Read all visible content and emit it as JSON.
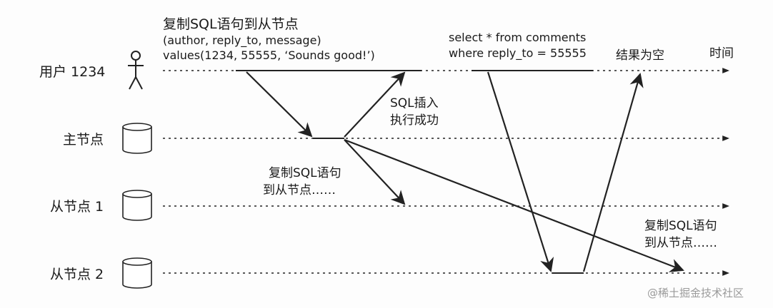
{
  "labels": {
    "user": "用户 1234",
    "leader": "主节点",
    "follower1": "从节点 1",
    "follower2": "从节点 2",
    "time": "时间"
  },
  "annotations": {
    "replicate_top_1": "复制SQL语句到从节点",
    "replicate_top_2": "(author, reply_to, message)",
    "replicate_top_3": "values(1234, 55555, ‘Sounds good!’)",
    "select_1": "select * from comments",
    "select_2": "where reply_to = 55555",
    "empty_result": "结果为空",
    "insert_ok_1": "SQL插入",
    "insert_ok_2": "执行成功",
    "replicate_mid_1": "复制SQL语句",
    "replicate_mid_2": "到从节点……",
    "replicate_right_1": "复制SQL语句",
    "replicate_right_2": "到从节点……"
  },
  "watermark": "@稀土掘金技术社区"
}
